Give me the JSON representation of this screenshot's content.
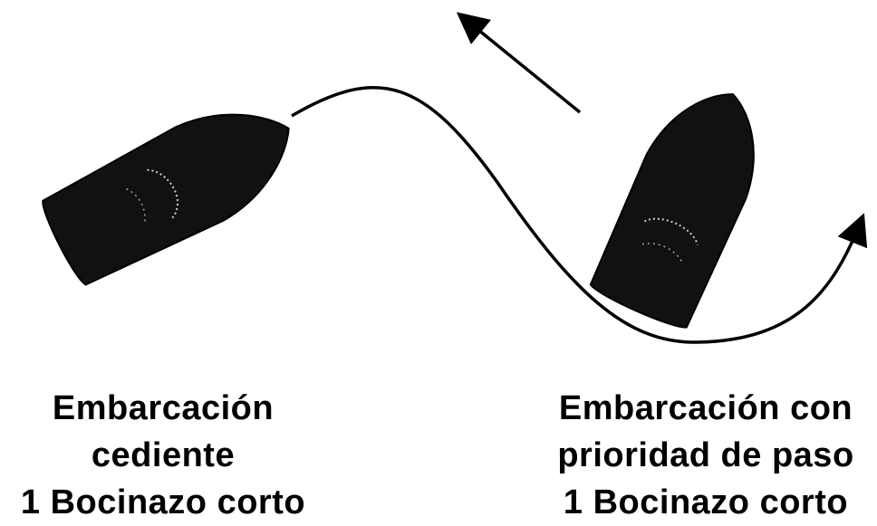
{
  "colors": {
    "background": "#ffffff",
    "boat_fill": "#111111",
    "boat_highlight": "#ffffff",
    "line": "#000000",
    "text": "#000000"
  },
  "icons": {
    "left_boat": "boat-icon",
    "right_boat": "boat-icon",
    "path_arrow": "curved-arrow-icon",
    "heading_arrow": "straight-arrow-icon"
  },
  "captions": {
    "left": {
      "line1": "Embarcación",
      "line2": "cediente",
      "line3": "1 Bocinazo corto"
    },
    "right": {
      "line1": "Embarcación con",
      "line2": "prioridad de paso",
      "line3": "1 Bocinazo corto"
    }
  }
}
